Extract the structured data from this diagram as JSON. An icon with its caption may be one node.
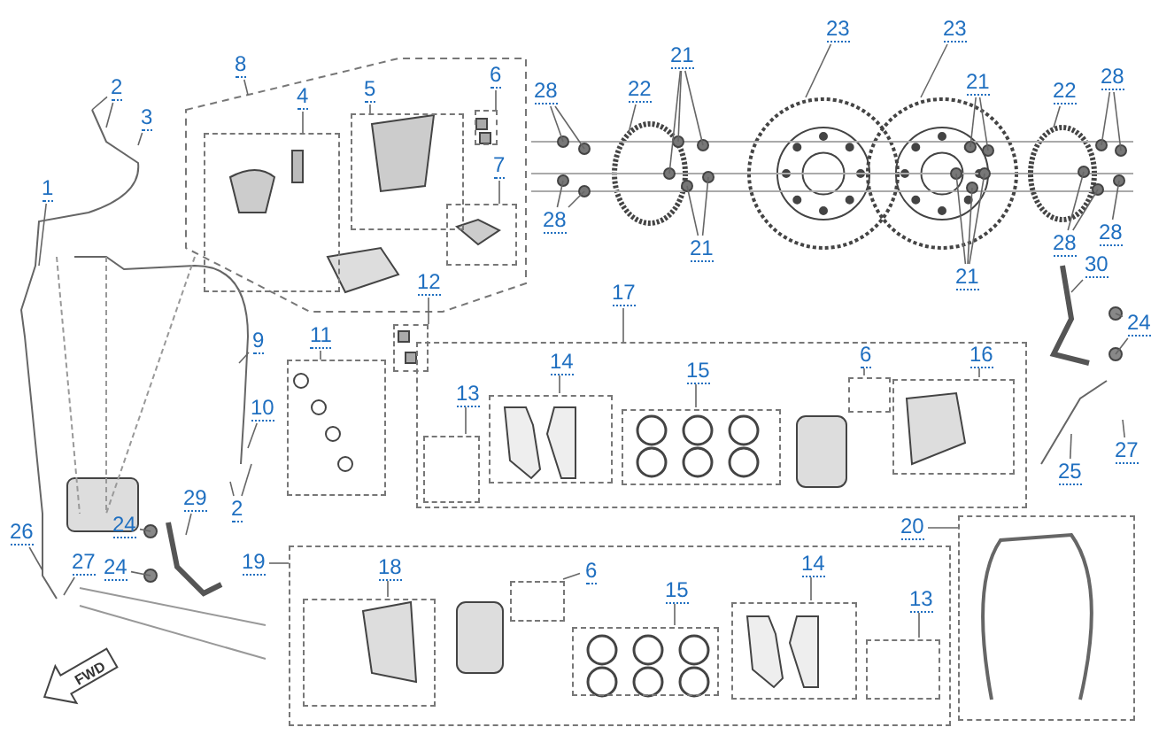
{
  "diagram": {
    "nodes": [
      {
        "text": [
          "1"
        ]
      },
      {
        "text": [
          "2"
        ]
      },
      {
        "text": [
          "3"
        ]
      },
      {
        "text": [],
        "shape": "box"
      },
      {
        "text": [
          "8"
        ]
      },
      {
        "text": [
          "4"
        ],
        "in": 3
      },
      {
        "text": [],
        "shape": "box",
        "in": 3
      },
      {
        "text": [
          "5"
        ],
        "in": 3
      },
      {
        "text": [],
        "shape": "box",
        "in": 3
      },
      {
        "text": [
          "6"
        ],
        "in": 3
      },
      {
        "text": [],
        "shape": "box",
        "in": 3
      },
      {
        "text": [
          "7"
        ],
        "in": 3
      },
      {
        "text": [],
        "shape": "box",
        "in": 3
      },
      {
        "text": [
          "28"
        ]
      },
      {
        "text": [
          "22"
        ]
      },
      {
        "text": [
          "21"
        ]
      },
      {
        "text": [
          "23"
        ]
      },
      {
        "text": [
          "23"
        ]
      },
      {
        "text": [
          "21"
        ]
      },
      {
        "text": [
          "22"
        ]
      },
      {
        "text": [
          "28"
        ]
      },
      {
        "text": [
          "28"
        ]
      },
      {
        "text": [
          "21"
        ]
      },
      {
        "text": [
          "21"
        ]
      },
      {
        "text": [
          "28"
        ]
      },
      {
        "text": [
          "28"
        ]
      },
      {
        "text": [
          "30"
        ]
      },
      {
        "text": [
          "24"
        ]
      },
      {
        "text": [
          "9"
        ]
      },
      {
        "text": [
          "12"
        ],
        "in": 3
      },
      {
        "text": [],
        "shape": "box"
      },
      {
        "text": [
          "11"
        ]
      },
      {
        "text": [],
        "shape": "box"
      },
      {
        "text": [],
        "shape": "box"
      },
      {
        "text": [
          "17"
        ]
      },
      {
        "text": [
          "14"
        ],
        "in": 33
      },
      {
        "text": [],
        "shape": "box",
        "in": 33
      },
      {
        "text": [
          "13"
        ],
        "in": 33
      },
      {
        "text": [],
        "shape": "box",
        "in": 33
      },
      {
        "text": [
          "15"
        ],
        "in": 33
      },
      {
        "text": [],
        "shape": "box",
        "in": 33
      },
      {
        "text": [
          "6"
        ],
        "in": 33
      },
      {
        "text": [],
        "shape": "box",
        "in": 33
      },
      {
        "text": [
          "16"
        ],
        "in": 33
      },
      {
        "text": [],
        "shape": "box",
        "in": 33
      },
      {
        "text": [
          "10"
        ]
      },
      {
        "text": [
          "25"
        ]
      },
      {
        "text": [
          "27"
        ]
      },
      {
        "text": [
          "2"
        ]
      },
      {
        "text": [
          "29"
        ]
      },
      {
        "text": [
          "24"
        ]
      },
      {
        "text": [
          "26"
        ]
      },
      {
        "text": [
          "24"
        ]
      },
      {
        "text": [
          "27"
        ]
      },
      {
        "text": [],
        "shape": "box"
      },
      {
        "text": [
          "20"
        ]
      },
      {
        "text": [],
        "shape": "box"
      },
      {
        "text": [
          "19"
        ]
      },
      {
        "text": [
          "18"
        ],
        "in": 56
      },
      {
        "text": [],
        "shape": "box",
        "in": 56
      },
      {
        "text": [
          "6"
        ],
        "in": 56
      },
      {
        "text": [],
        "shape": "box",
        "in": 56
      },
      {
        "text": [
          "15"
        ],
        "in": 56
      },
      {
        "text": [],
        "shape": "box",
        "in": 56
      },
      {
        "text": [
          "14"
        ],
        "in": 56
      },
      {
        "text": [],
        "shape": "box",
        "in": 56
      },
      {
        "text": [
          "13"
        ],
        "in": 56
      },
      {
        "text": [],
        "shape": "box",
        "in": 56
      }
    ],
    "edges": [
      {
        "from": 0,
        "to": null,
        "arrow": "none"
      },
      {
        "from": 1,
        "to": null,
        "arrow": "none"
      },
      {
        "from": 1,
        "to": null,
        "arrow": "none"
      },
      {
        "from": 2,
        "to": null,
        "arrow": "none"
      },
      {
        "from": 4,
        "to": 3,
        "arrow": "none"
      },
      {
        "from": 5,
        "to": 6,
        "arrow": "none"
      },
      {
        "from": 7,
        "to": 8,
        "arrow": "none"
      },
      {
        "from": 9,
        "to": 10,
        "arrow": "none"
      },
      {
        "from": 11,
        "to": 12,
        "arrow": "none"
      },
      {
        "from": 13,
        "to": null,
        "arrow": "none"
      },
      {
        "from": 13,
        "to": null,
        "arrow": "none"
      },
      {
        "from": 14,
        "to": null,
        "arrow": "none"
      },
      {
        "from": 15,
        "to": null,
        "arrow": "none"
      },
      {
        "from": 15,
        "to": null,
        "arrow": "none"
      },
      {
        "from": 15,
        "to": null,
        "arrow": "none"
      },
      {
        "from": 16,
        "to": null,
        "arrow": "none"
      },
      {
        "from": 17,
        "to": null,
        "arrow": "none"
      },
      {
        "from": 18,
        "to": null,
        "arrow": "none"
      },
      {
        "from": 18,
        "to": null,
        "arrow": "none"
      },
      {
        "from": 19,
        "to": null,
        "arrow": "none"
      },
      {
        "from": 20,
        "to": null,
        "arrow": "none"
      },
      {
        "from": 20,
        "to": null,
        "arrow": "none"
      },
      {
        "from": 21,
        "to": null,
        "arrow": "none"
      },
      {
        "from": 21,
        "to": null,
        "arrow": "none"
      },
      {
        "from": 22,
        "to": null,
        "arrow": "none"
      },
      {
        "from": 22,
        "to": null,
        "arrow": "none"
      },
      {
        "from": 23,
        "to": null,
        "arrow": "none"
      },
      {
        "from": 23,
        "to": null,
        "arrow": "none"
      },
      {
        "from": 23,
        "to": null,
        "arrow": "none"
      },
      {
        "from": 24,
        "to": null,
        "arrow": "none"
      },
      {
        "from": 24,
        "to": null,
        "arrow": "none"
      },
      {
        "from": 25,
        "to": null,
        "arrow": "none"
      },
      {
        "from": 26,
        "to": null,
        "arrow": "none"
      },
      {
        "from": 27,
        "to": null,
        "arrow": "none"
      },
      {
        "from": 27,
        "to": null,
        "arrow": "none"
      },
      {
        "from": 28,
        "to": null,
        "arrow": "none"
      },
      {
        "from": 29,
        "to": 30,
        "arrow": "none"
      },
      {
        "from": 31,
        "to": 32,
        "arrow": "none"
      },
      {
        "from": 34,
        "to": 33,
        "arrow": "none"
      },
      {
        "from": 35,
        "to": 36,
        "arrow": "none"
      },
      {
        "from": 37,
        "to": 38,
        "arrow": "none"
      },
      {
        "from": 39,
        "to": 40,
        "arrow": "none"
      },
      {
        "from": 41,
        "to": 42,
        "arrow": "none"
      },
      {
        "from": 43,
        "to": 44,
        "arrow": "none"
      },
      {
        "from": 45,
        "to": null,
        "arrow": "none"
      },
      {
        "from": 46,
        "to": null,
        "arrow": "none"
      },
      {
        "from": 47,
        "to": null,
        "arrow": "none"
      },
      {
        "from": 48,
        "to": null,
        "arrow": "none"
      },
      {
        "from": 48,
        "to": null,
        "arrow": "none"
      },
      {
        "from": 49,
        "to": null,
        "arrow": "none"
      },
      {
        "from": 50,
        "to": null,
        "arrow": "none"
      },
      {
        "from": 52,
        "to": null,
        "arrow": "none"
      },
      {
        "from": 51,
        "to": null,
        "arrow": "none"
      },
      {
        "from": 53,
        "to": null,
        "arrow": "none"
      },
      {
        "from": 55,
        "to": 54,
        "arrow": "none"
      },
      {
        "from": 57,
        "to": 56,
        "arrow": "none"
      },
      {
        "from": 58,
        "to": 59,
        "arrow": "none"
      },
      {
        "from": 60,
        "to": 61,
        "arrow": "none"
      },
      {
        "from": 62,
        "to": 63,
        "arrow": "none"
      },
      {
        "from": 64,
        "to": 65,
        "arrow": "none"
      },
      {
        "from": 66,
        "to": 67,
        "arrow": "none"
      }
    ],
    "labels": [
      "FWD"
    ]
  }
}
